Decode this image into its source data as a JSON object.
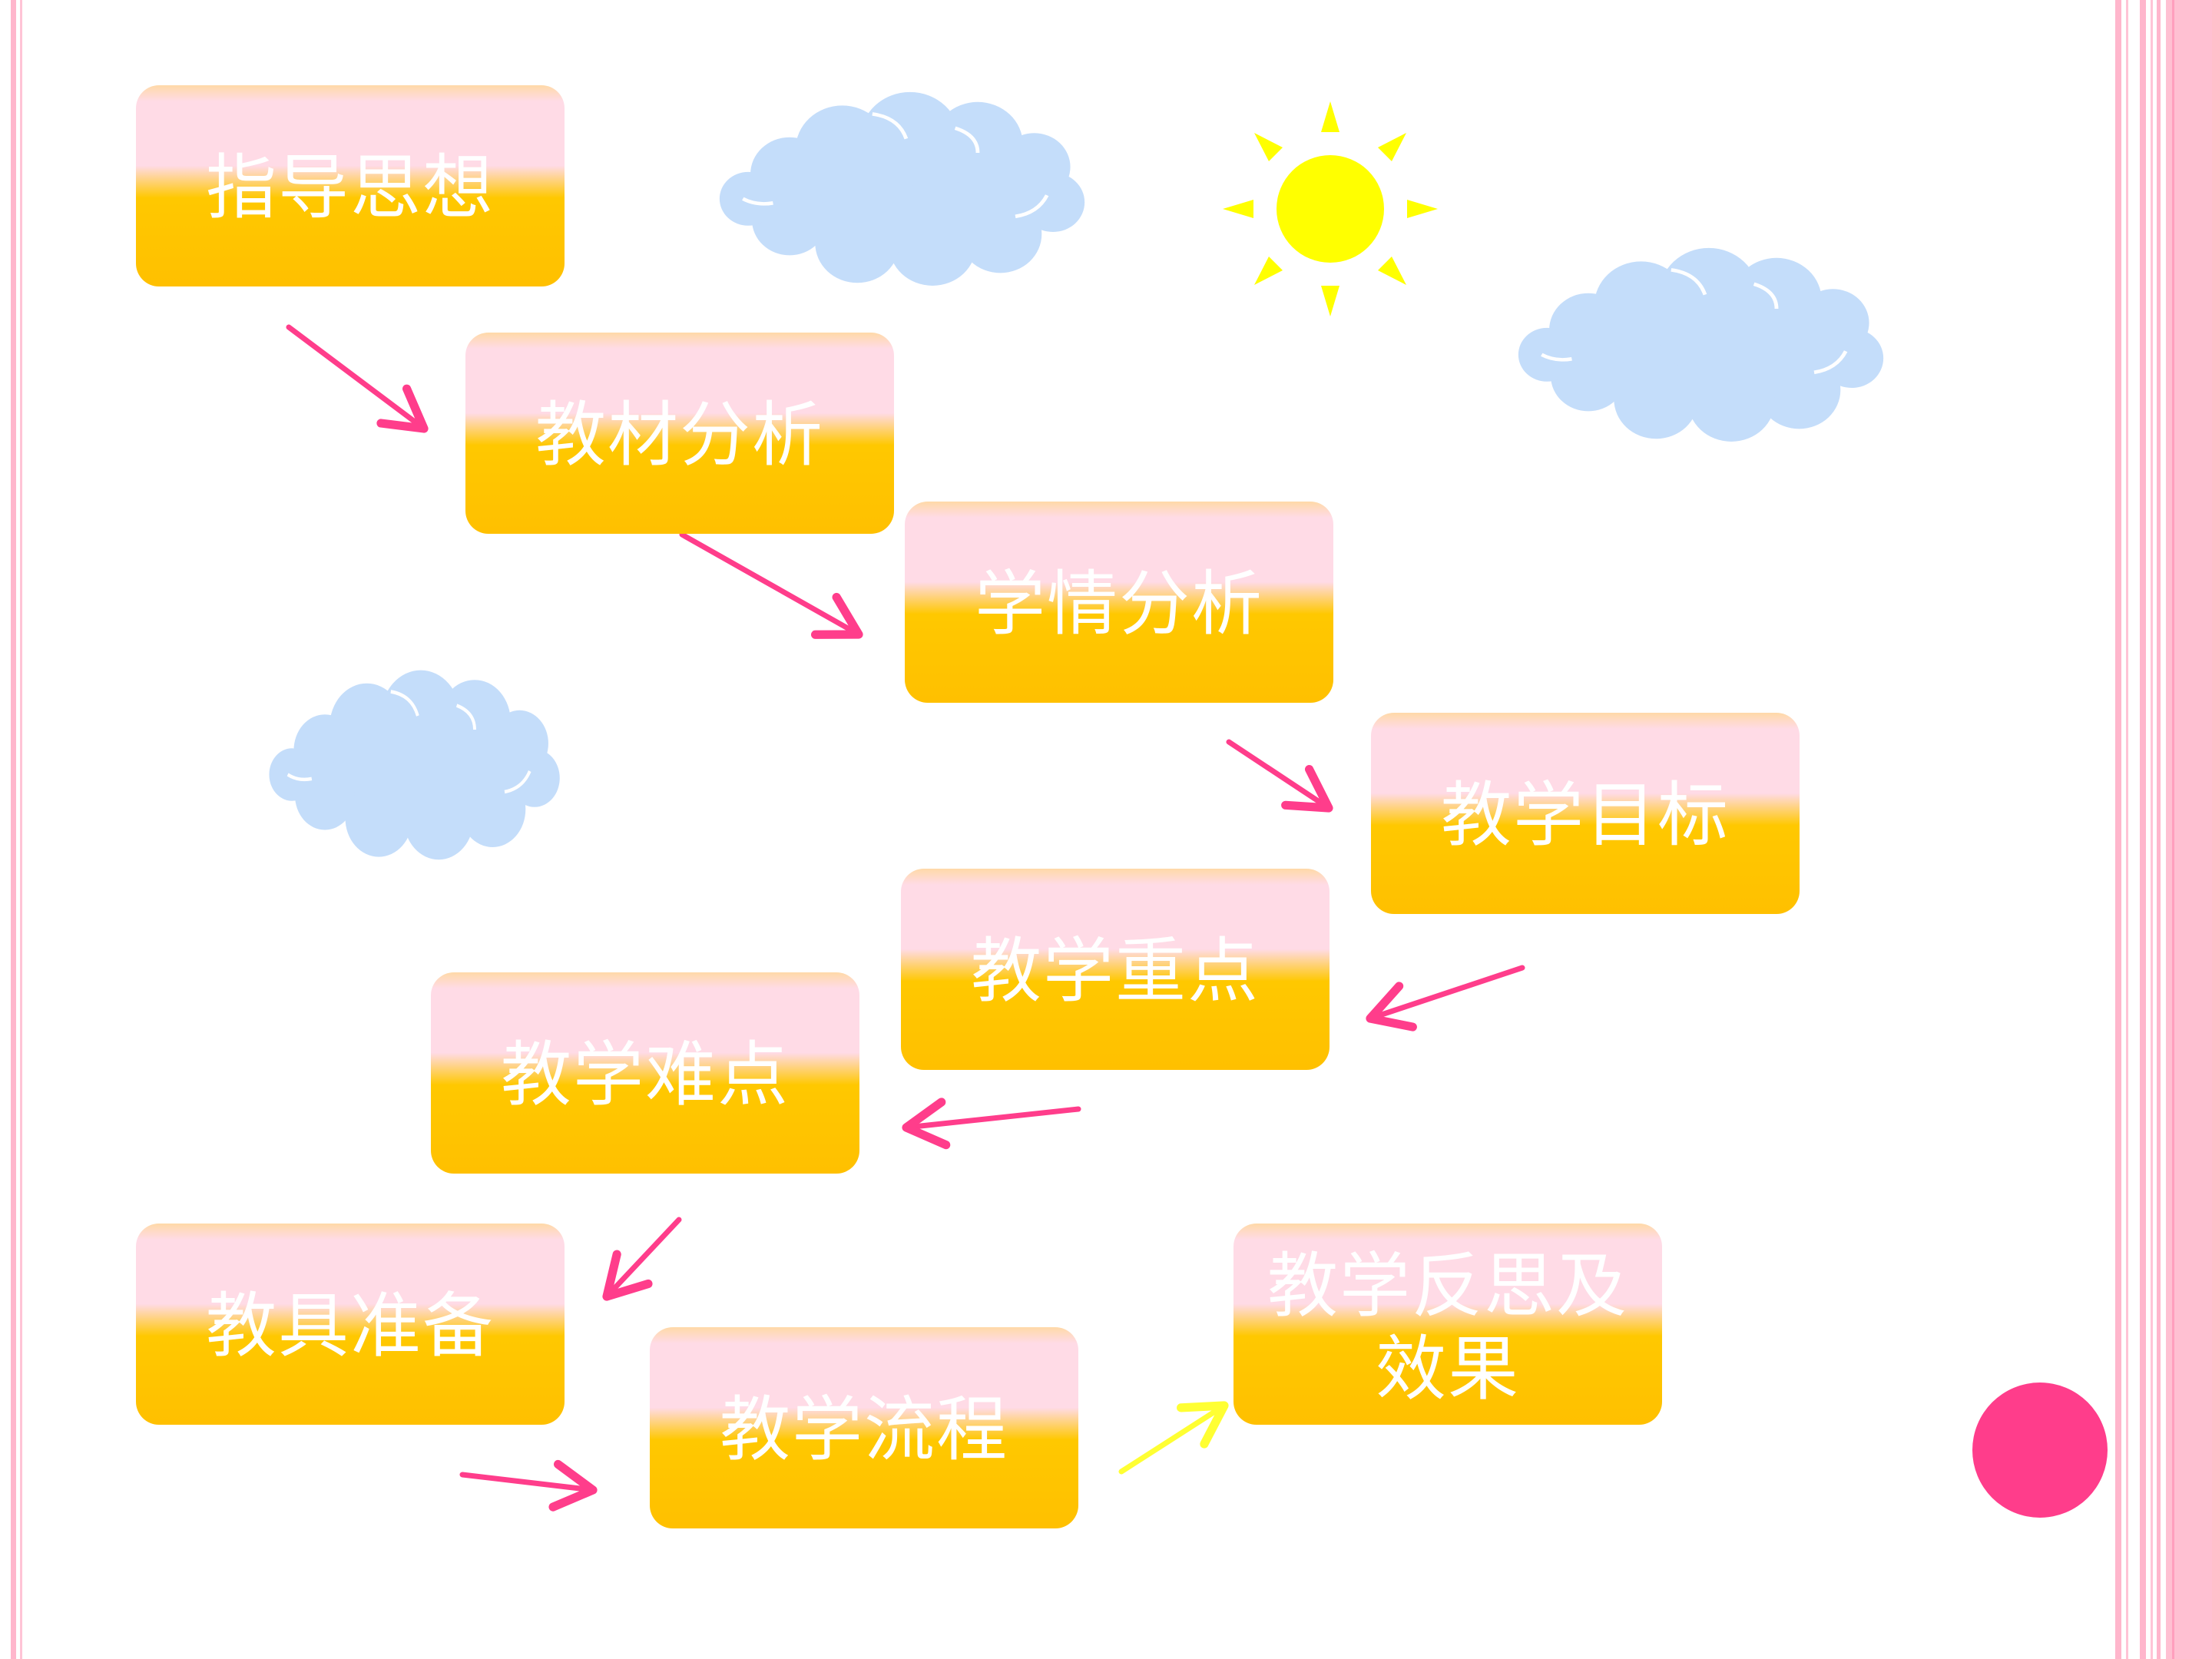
{
  "diagram": {
    "steps": [
      {
        "id": "guiding-thought",
        "label": "指导思想"
      },
      {
        "id": "material-analysis",
        "label": "教材分析"
      },
      {
        "id": "learner-analysis",
        "label": "学情分析"
      },
      {
        "id": "teaching-goals",
        "label": "教学目标"
      },
      {
        "id": "key-points",
        "label": "教学重点"
      },
      {
        "id": "difficult-points",
        "label": "教学难点"
      },
      {
        "id": "teaching-aids",
        "label": "教具准备"
      },
      {
        "id": "teaching-process",
        "label": "教学流程"
      },
      {
        "id": "reflection",
        "label": "教学反思及效果"
      }
    ],
    "connections": [
      {
        "from": "guiding-thought",
        "to": "material-analysis"
      },
      {
        "from": "material-analysis",
        "to": "learner-analysis"
      },
      {
        "from": "learner-analysis",
        "to": "teaching-goals"
      },
      {
        "from": "teaching-goals",
        "to": "key-points"
      },
      {
        "from": "key-points",
        "to": "difficult-points"
      },
      {
        "from": "difficult-points",
        "to": "teaching-aids"
      },
      {
        "from": "teaching-aids",
        "to": "teaching-process"
      },
      {
        "from": "teaching-process",
        "to": "reflection",
        "color": "#ffff33"
      }
    ]
  },
  "colors": {
    "arrow": "#ff3d8b",
    "box_top": "#ffdbe6",
    "box_bottom": "#ffc000",
    "text": "#ffffff",
    "cloud": "#c4ddfa",
    "sun": "#ffff00",
    "dot": "#ff3d8b",
    "border_pink": "#ffb6cc"
  },
  "decorations": [
    "cloud-icon",
    "sun-icon",
    "pink-dot"
  ]
}
